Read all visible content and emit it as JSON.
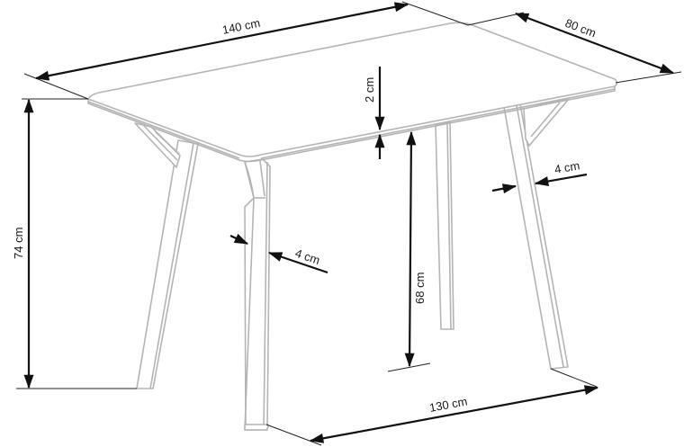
{
  "drawing": {
    "subject": "Rectangular dining table with splayed legs and corner braces",
    "line_color": "#b4b4b4",
    "dimension_color": "#111111",
    "background": "#ffffff"
  },
  "dimensions": {
    "length": {
      "label": "140 cm",
      "value": 140,
      "unit": "cm"
    },
    "width": {
      "label": "80 cm",
      "value": 80,
      "unit": "cm"
    },
    "top_thickness": {
      "label": "2 cm",
      "value": 2,
      "unit": "cm"
    },
    "total_height": {
      "label": "74 cm",
      "value": 74,
      "unit": "cm"
    },
    "leg_clearance_height": {
      "label": "68 cm",
      "value": 68,
      "unit": "cm"
    },
    "leg_width_front": {
      "label": "4 cm",
      "value": 4,
      "unit": "cm"
    },
    "leg_width_back": {
      "label": "4 cm",
      "value": 4,
      "unit": "cm"
    },
    "leg_span": {
      "label": "130 cm",
      "value": 130,
      "unit": "cm"
    }
  }
}
